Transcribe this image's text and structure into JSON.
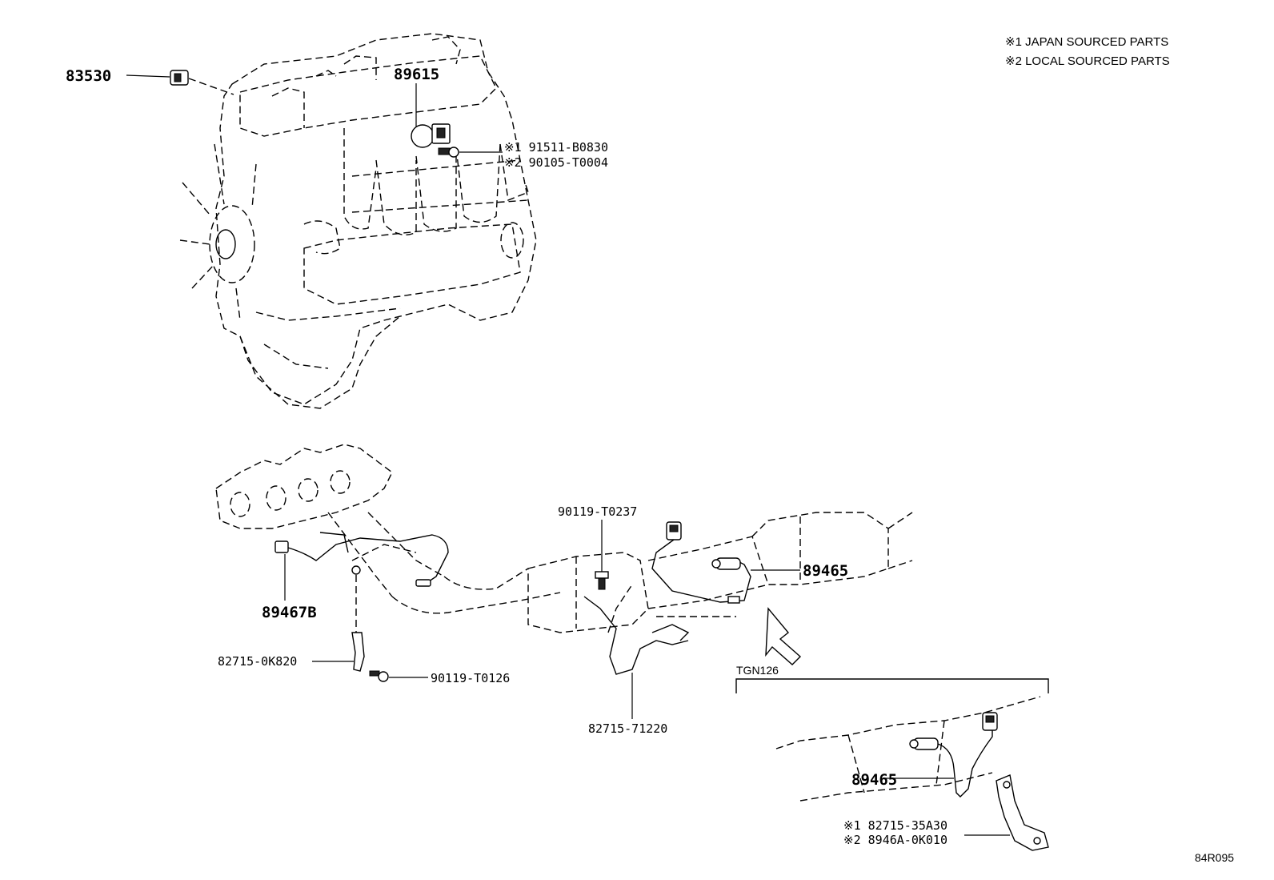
{
  "notes": [
    "※1 JAPAN SOURCED PARTS",
    "※2 LOCAL SOURCED PARTS"
  ],
  "parts": {
    "p83530": "83530",
    "p89615": "89615",
    "p91511": "※1 91511-B0830",
    "p90105": "※2 90105-T0004",
    "p90119_t0237": "90119-T0237",
    "p89465_main": "89465",
    "p89467b": "89467B",
    "p82715_0k820": "82715-0K820",
    "p90119_t0126": "90119-T0126",
    "p82715_71220": "82715-71220",
    "p89465_inset": "89465",
    "p82715_35a30": "※1 82715-35A30",
    "p8946a_0k010": "※2 8946A-0K010"
  },
  "inset": {
    "title": "TGN126"
  },
  "diagram_code": "84R095"
}
